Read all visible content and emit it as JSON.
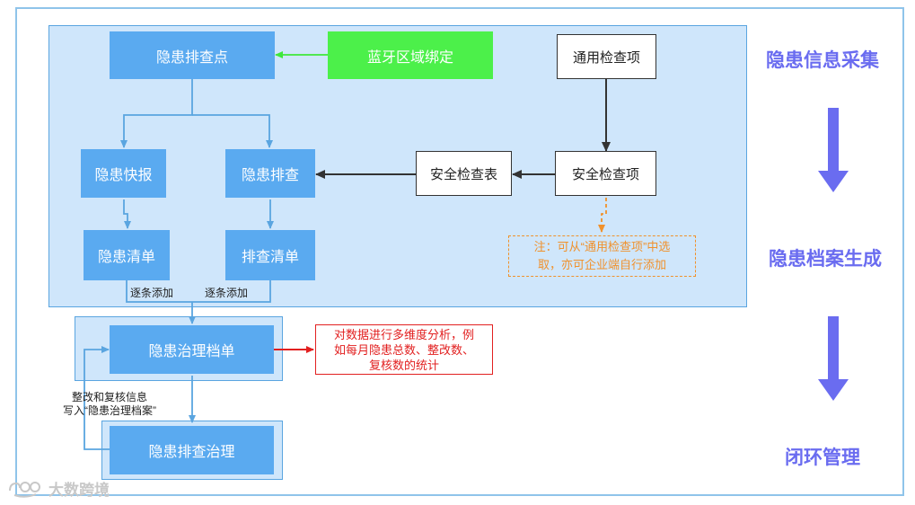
{
  "nodes": {
    "checkpoint": "隐患排查点",
    "bluetooth": "蓝牙区域绑定",
    "general_items": "通用检查项",
    "quick_report": "隐患快报",
    "inspection": "隐患排查",
    "safety_table": "安全检查表",
    "safety_items": "安全检查项",
    "hazard_list": "隐患清单",
    "inspection_list": "排查清单",
    "governance_file": "隐患治理档单",
    "governance": "隐患排查治理"
  },
  "notes": {
    "orange_line1": "注：可从“通用检查项”中选",
    "orange_line2": "取，亦可企业端自行添加",
    "red_line1": "对数据进行多维度分析，例",
    "red_line2": "如每月隐患总数、整改数、",
    "red_line3": "复核数的统计"
  },
  "labels": {
    "add_one_by_one_1": "逐条添加",
    "add_one_by_one_2": "逐条添加",
    "rectify_line1": "整改和复核信息",
    "rectify_line2": "写入“隐患治理档案”"
  },
  "stages": {
    "collect": "隐患信息采集",
    "archive": "隐患档案生成",
    "close": "闭环管理"
  },
  "watermark": "大数跨境",
  "colors": {
    "box_blue": "#5aaaf0",
    "region_fill": "#cfe6fb",
    "green": "#4cf04a",
    "orange": "#f0912c",
    "red": "#e22020",
    "stage_purple": "#6a6cf0"
  }
}
